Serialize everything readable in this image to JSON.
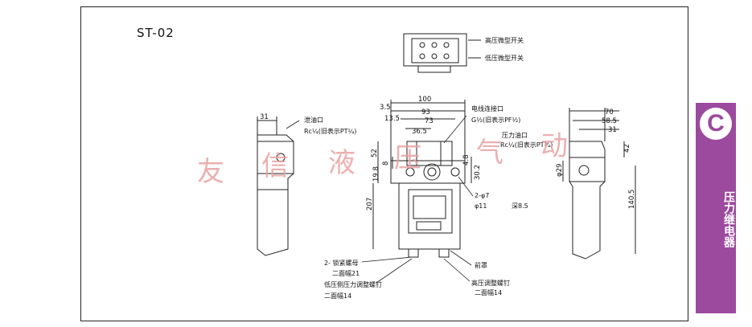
{
  "model": "ST-02",
  "section_tab": {
    "letter": "C",
    "title": "压力继电器"
  },
  "watermark": [
    "友",
    "信",
    "液",
    "压",
    "气",
    "动"
  ],
  "top_labels": {
    "high_switch": "高压微型开关",
    "low_switch": "低压微型开关"
  },
  "callouts": {
    "drain": "泄油口",
    "drain_thread": "Rc¼(旧表示PT¼)",
    "wire_port": "电线连接口",
    "wire_thread": "G½(旧表示PF½)",
    "pressure_port": "压力油口",
    "pressure_thread": "Rc¼(旧表示PT¼)",
    "holes": "2-φ7",
    "counterbore": "φ11",
    "depth": "深8.5",
    "lock_nut": "2- 锁紧螺母",
    "lock_nut_width": "二面幅21",
    "front_cover": "前罩",
    "low_screw": "低压侧压力调整螺钉",
    "low_screw_width": "二面幅14",
    "high_screw": "高压调整螺钉",
    "high_screw_width": "二面幅14"
  },
  "dims": {
    "w100": "100",
    "w3_5": "3.5",
    "w93": "93",
    "w13_5": "13.5",
    "w73": "73",
    "w36_5": "36.5",
    "h52": "52",
    "h8": "8",
    "h19_8": "19.8",
    "h207": "207",
    "h4_8": "4.8",
    "h30_2": "30.2",
    "left31": "31",
    "r70": "70",
    "r58_5": "58.5",
    "r31": "31",
    "r42": "42",
    "r29": "φ29",
    "r140_5": "140.5"
  }
}
